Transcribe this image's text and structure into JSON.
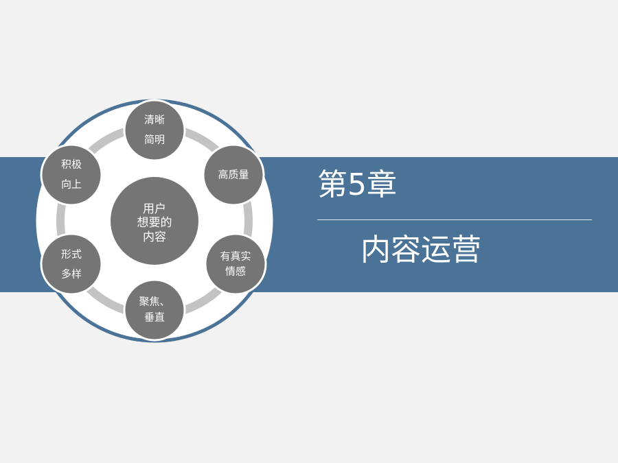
{
  "slide": {
    "chapter": "第5章",
    "title": "内容运营"
  },
  "diagram": {
    "center": [
      "用户",
      "想要的",
      "内容"
    ],
    "nodes": [
      [
        "清晰",
        "简明"
      ],
      [
        "高质量"
      ],
      [
        "有真实",
        "情感"
      ],
      [
        "聚焦、",
        "垂直"
      ],
      [
        "形式",
        "多样"
      ],
      [
        "积极",
        "向上"
      ]
    ]
  },
  "colors": {
    "band": "#4a7397",
    "node": "#757575",
    "ring": "#c3c3c3",
    "outer_border": "#4a7397",
    "background": "#f2f2f2"
  }
}
